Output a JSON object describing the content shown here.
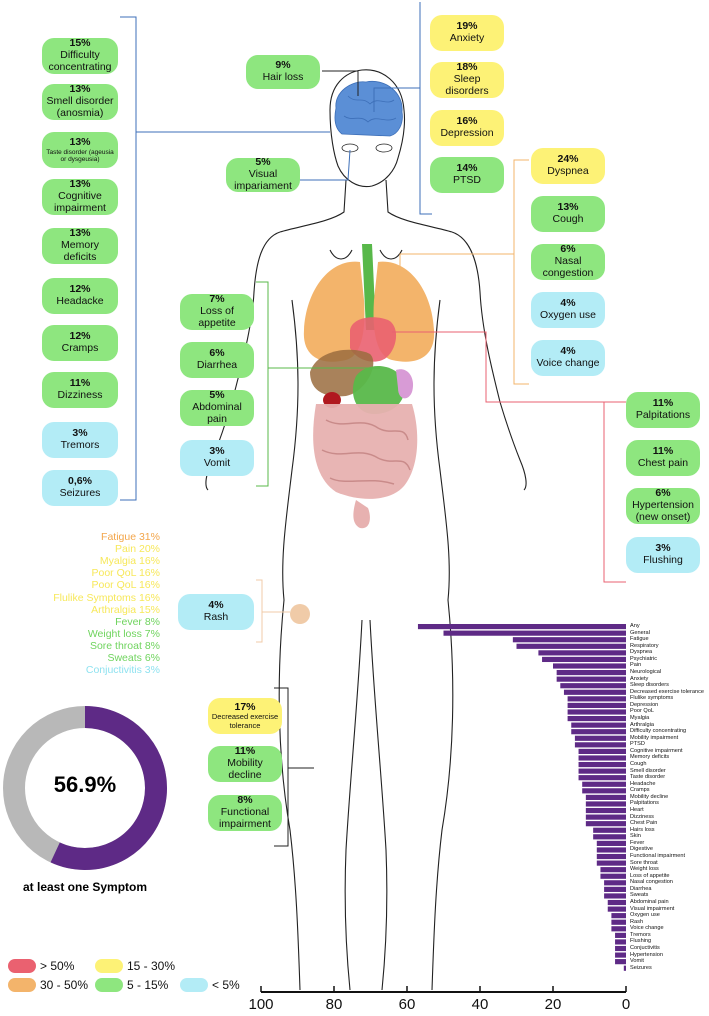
{
  "colors": {
    "above_50": "#ea6170",
    "from_30_50": "#f3b46b",
    "from_15_30": "#fdf276",
    "from_5_15": "#8ee67f",
    "below_5": "#b3ecf6",
    "bar": "#5e2a86",
    "brain": "#5b8fd6"
  },
  "neuro_left": [
    {
      "pct": "15%",
      "label": "Difficulty concentrating",
      "tone": "g"
    },
    {
      "pct": "13%",
      "label": "Smell disorder (anosmia)",
      "tone": "g"
    },
    {
      "pct": "13%",
      "label": "Taste disorder (ageusia or dysgeusia)",
      "tone": "g"
    },
    {
      "pct": "13%",
      "label": "Cognitive impairment",
      "tone": "g"
    },
    {
      "pct": "13%",
      "label": "Memory deficits",
      "tone": "g"
    },
    {
      "pct": "12%",
      "label": "Headacke",
      "tone": "g"
    },
    {
      "pct": "12%",
      "label": "Cramps",
      "tone": "g"
    },
    {
      "pct": "11%",
      "label": "Dizziness",
      "tone": "g"
    },
    {
      "pct": "3%",
      "label": "Tremors",
      "tone": "b"
    },
    {
      "pct": "0,6%",
      "label": "Seizures",
      "tone": "b"
    }
  ],
  "hair": {
    "pct": "9%",
    "label": "Hair loss",
    "tone": "g"
  },
  "visual": {
    "pct": "5%",
    "label": "Visual impariament",
    "tone": "g"
  },
  "psych": [
    {
      "pct": "19%",
      "label": "Anxiety",
      "tone": "y"
    },
    {
      "pct": "18%",
      "label": "Sleep disorders",
      "tone": "y"
    },
    {
      "pct": "16%",
      "label": "Depression",
      "tone": "y"
    },
    {
      "pct": "14%",
      "label": "PTSD",
      "tone": "g"
    }
  ],
  "resp": [
    {
      "pct": "24%",
      "label": "Dyspnea",
      "tone": "y"
    },
    {
      "pct": "13%",
      "label": "Cough",
      "tone": "g"
    },
    {
      "pct": "6%",
      "label": "Nasal congestion",
      "tone": "g"
    },
    {
      "pct": "4%",
      "label": "Oxygen use",
      "tone": "b"
    },
    {
      "pct": "4%",
      "label": "Voice change",
      "tone": "b"
    }
  ],
  "cardio": [
    {
      "pct": "11%",
      "label": "Palpitations",
      "tone": "g"
    },
    {
      "pct": "11%",
      "label": "Chest pain",
      "tone": "g"
    },
    {
      "pct": "6%",
      "label": "Hypertension (new onset)",
      "tone": "g"
    },
    {
      "pct": "3%",
      "label": "Flushing",
      "tone": "b"
    }
  ],
  "digest": [
    {
      "pct": "7%",
      "label": "Loss of appetite",
      "tone": "g"
    },
    {
      "pct": "6%",
      "label": "Diarrhea",
      "tone": "g"
    },
    {
      "pct": "5%",
      "label": "Abdominal pain",
      "tone": "g"
    },
    {
      "pct": "3%",
      "label": "Vomit",
      "tone": "b"
    }
  ],
  "skin": {
    "pct": "4%",
    "label": "Rash",
    "tone": "b"
  },
  "mobility": [
    {
      "pct": "17%",
      "label": "Decreased exercise tolerance",
      "tone": "y"
    },
    {
      "pct": "11%",
      "label": "Mobility decline",
      "tone": "g"
    },
    {
      "pct": "8%",
      "label": "Functional impairment",
      "tone": "g"
    }
  ],
  "general_list": [
    {
      "text": "Fatigue 31%",
      "color": "#f3a64b"
    },
    {
      "text": "Pain 20%",
      "color": "#f7e85a"
    },
    {
      "text": "Myalgia 16%",
      "color": "#f7e85a"
    },
    {
      "text": "Poor QoL 16%",
      "color": "#f7e85a"
    },
    {
      "text": "Poor QoL 16%",
      "color": "#f7e85a"
    },
    {
      "text": "Flulike Symptoms 16%",
      "color": "#f7e85a"
    },
    {
      "text": "Arthralgia 15%",
      "color": "#f7e85a"
    },
    {
      "text": "Fever 8%",
      "color": "#6fd45e"
    },
    {
      "text": "Weight loss 7%",
      "color": "#6fd45e"
    },
    {
      "text": "Sore throat 8%",
      "color": "#6fd45e"
    },
    {
      "text": "Sweats 6%",
      "color": "#6fd45e"
    },
    {
      "text": "Conjuctivitis 3%",
      "color": "#8fe2f0"
    }
  ],
  "donut": {
    "value": "56.9%",
    "fraction": 0.569,
    "caption": "at least one Symptom"
  },
  "legend": [
    {
      "label": "> 50%",
      "color": "#ea6170"
    },
    {
      "label": "15 - 30%",
      "color": "#fdf276"
    },
    {
      "label": "30 - 50%",
      "color": "#f3b46b"
    },
    {
      "label": "5 - 15%",
      "color": "#8ee67f"
    },
    {
      "label": "< 5%",
      "color": "#b3ecf6"
    }
  ],
  "chart_data": {
    "type": "bar",
    "orientation": "horizontal",
    "x_reversed": true,
    "xlim": [
      100,
      0
    ],
    "xticks": [
      "100",
      "80",
      "60",
      "40",
      "20",
      "0"
    ],
    "xtick_values": [
      100,
      80,
      60,
      40,
      20,
      0
    ],
    "categories": [
      "Any",
      "General",
      "Fatigue",
      "Respiratory",
      "Dyspnea",
      "Psychiatric",
      "Pain",
      "Neurological",
      "Anxiety",
      "Sleep disorders",
      "Decreased exercise tolerance",
      "Flulike symptoms",
      "Depression",
      "Poor QoL",
      "Myalgia",
      "Arthralgia",
      "Difficulty concentrating",
      "Mobility impairment",
      "PTSD",
      "Cognitive impairment",
      "Memory deficits",
      "Cough",
      "Smell disorder",
      "Taste disorder",
      "Headache",
      "Cramps",
      "Mobility decline",
      "Palpitations",
      "Heart",
      "Dizziness",
      "Chest Pain",
      "Hairs loss",
      "Skin",
      "Fever",
      "Digestive",
      "Functional impairment",
      "Sore throat",
      "Weight loss",
      "Loss of appetite",
      "Nasal congestion",
      "Diarrhea",
      "Sweats",
      "Abdominal pain",
      "Visual impairment",
      "Oxygen use",
      "Rash",
      "Voice change",
      "Tremors",
      "Flushing",
      "Conjuctivitis",
      "Hypertension",
      "Vomit",
      "Seizures"
    ],
    "values": [
      57,
      50,
      31,
      30,
      24,
      23,
      20,
      19,
      19,
      18,
      17,
      16,
      16,
      16,
      16,
      15,
      15,
      14,
      14,
      13,
      13,
      13,
      13,
      13,
      12,
      12,
      11,
      11,
      11,
      11,
      11,
      9,
      9,
      8,
      8,
      8,
      8,
      7,
      7,
      6,
      6,
      6,
      5,
      5,
      4,
      4,
      4,
      3,
      3,
      3,
      3,
      3,
      0.6
    ]
  }
}
